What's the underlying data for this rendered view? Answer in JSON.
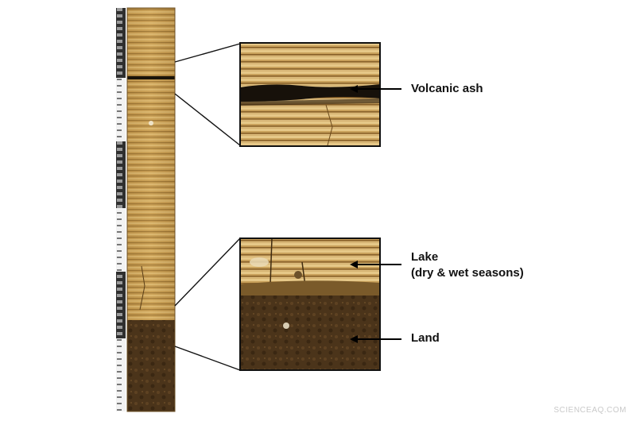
{
  "labels": {
    "volcanic_ash": "Volcanic ash",
    "lake_line1": "Lake",
    "lake_line2": "(dry & wet  seasons)",
    "land": "Land"
  },
  "watermark": "SCIENCEAQ.COM",
  "colors": {
    "sediment_light": "#d9b064",
    "sediment_mid": "#b88a3c",
    "sediment_dark": "#7a5623",
    "ash_band": "#1a140a",
    "soil": "#4a3319",
    "ruler": "#2b2b2b"
  }
}
